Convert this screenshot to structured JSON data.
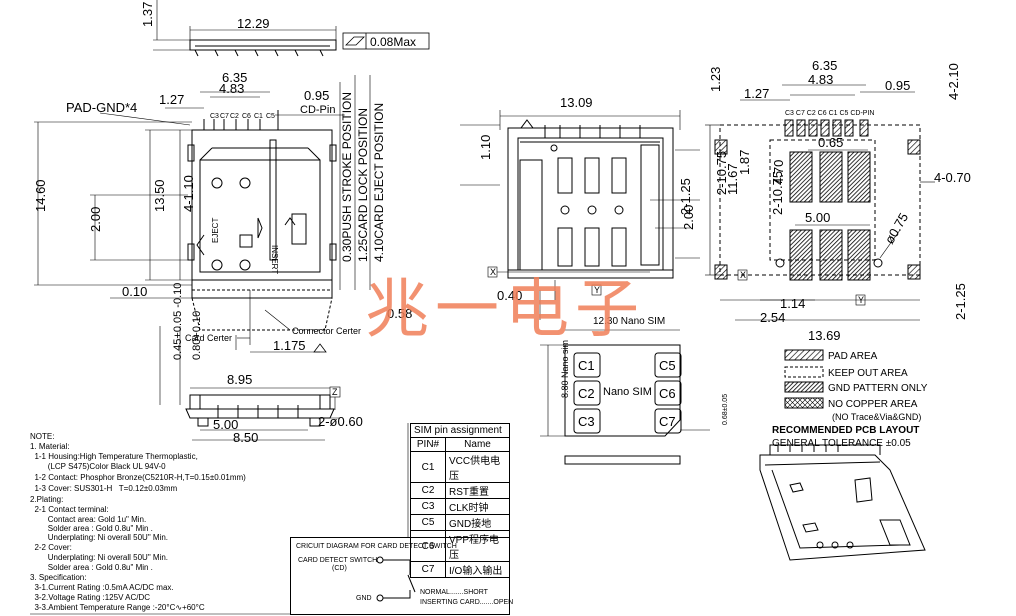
{
  "dims": {
    "thickness": "1.37",
    "width_top": "12.29",
    "flatness": "0.08Max",
    "pitch_6_35": "6.35",
    "pitch_4_83": "4.83",
    "pitch_1_27": "1.27",
    "cd_pin_095": "0.95",
    "pad_gnd": "PAD-GND*4",
    "cd_pin": "CD-Pin",
    "height_14_60": "14.60",
    "height_13_50": "13.50",
    "dim_4_10": "4-1.10",
    "dim_2_00": "2.00",
    "dim_0_10": "0.10",
    "push_stroke": "0.30PUSH STROKE POSITION",
    "card_lock": "1.25CARD LOCK POSITION",
    "card_eject": "4.10CARD EJECT POSITION",
    "side_width": "13.09",
    "side_1_10": "1.10",
    "side_2_1_25": "2-1.25",
    "side_2_10_75": "2-10.75",
    "side_2_00": "2.00",
    "side_0_40": "0.40",
    "side_0_58": "0.58",
    "card_center": "Card Certer",
    "connector_center": "Connector Certer",
    "dim_1_175": "1.175",
    "tol_045": "0.45+0.05\n-0.10",
    "tol_080": "0.80+0.10",
    "bottom_8_95": "8.95",
    "bottom_5_00": "5.00",
    "bottom_8_50": "8.50",
    "holes_0_60": "2-ø0.60",
    "datum_z": "Z",
    "datum_x": "X",
    "datum_y": "Y"
  },
  "pcb": {
    "d_1_23": "1.23",
    "d_6_35": "6.35",
    "d_4_83": "4.83",
    "d_1_27": "1.27",
    "d_0_95": "0.95",
    "d_4_2_10": "4-2.10",
    "d_0_65": "0.65",
    "d_4_0_70": "4-0.70",
    "d_11_67": "11.67",
    "d_1_87": "1.87",
    "d_4_70": "4.70",
    "d_2_10_75": "2-10.75",
    "d_5_00": "5.00",
    "d_0_75": "ø0.75",
    "d_1_14": "1.14",
    "d_2_54": "2.54",
    "d_13_69": "13.69",
    "d_2_1_25": "2-1.25",
    "pins_top": "C3 C7 C2 C6 C1 C5 CD-PIN",
    "legend": [
      "PAD AREA",
      "KEEP OUT AREA",
      "GND PATTERN ONLY",
      "NO COPPER AREA",
      "(NO Trace&Via&GND)"
    ],
    "title": "RECOMMENDED PCB LAYOUT",
    "tolerance": "GENERAL TOLERANCE ±0.05"
  },
  "pins_small": [
    "C3",
    "C7",
    "C2",
    "C6",
    "C1",
    "C5"
  ],
  "nano_sim": {
    "width": "12.30 Nano SIM",
    "height": "8.80 Nano sim",
    "thick": "0.68±0.05",
    "label": "Nano SIM",
    "contacts": [
      "C1",
      "C2",
      "C3",
      "C5",
      "C6",
      "C7"
    ]
  },
  "pin_table": {
    "title": "SIM pin assignment",
    "headers": [
      "PIN#",
      "Name"
    ],
    "rows": [
      [
        "C1",
        "VCC供电电压"
      ],
      [
        "C2",
        "RST重置"
      ],
      [
        "C3",
        "CLK时钟"
      ],
      [
        "C5",
        "GND接地"
      ],
      [
        "C6",
        "VPP程序电压"
      ],
      [
        "C7",
        "I/O输入输出"
      ]
    ]
  },
  "circuit": {
    "title": "CRICUIT DIAGRAM FOR CARD DETECT SWITCH",
    "sw": "CARD DETECT SWITCH",
    "cd": "(CD)",
    "gnd": "GND",
    "normal": "NORMAL.......SHORT",
    "inserting": "INSERTING CARD.......OPEN"
  },
  "labels": {
    "eject": "EJECT",
    "insert": "INSERT"
  },
  "watermark": "兆一电子",
  "notes": [
    "NOTE:",
    "1. Material:",
    "  1-1 Housing:High Temperature Thermoplastic,",
    "        (LCP S475)Color Black UL 94V-0",
    "  1-2 Contact: Phosphor Bronze(C5210R-H,T=0.15±0.01mm)",
    "  1-3 Cover: SUS301-H   T=0.12±0.03mm",
    "2.Plating:",
    "  2-1 Contact terminal:",
    "        Contact area: Gold 1u\" Min.",
    "        Solder area : Gold 0.8u\" Min .",
    "        Underplating: Ni overall 50U\" Min.",
    "  2-2 Cover:",
    "        Underplating: Ni overall 50U\" Min.",
    "        Solder area : Gold 0.8u\" Min .",
    "3. Specification:",
    "  3-1.Current Rating :0.5mA AC/DC max.",
    "  3-2.Voltage Rating :125V AC/DC",
    "  3-3.Ambient Temperature Range :-20°C∿+60°C"
  ]
}
